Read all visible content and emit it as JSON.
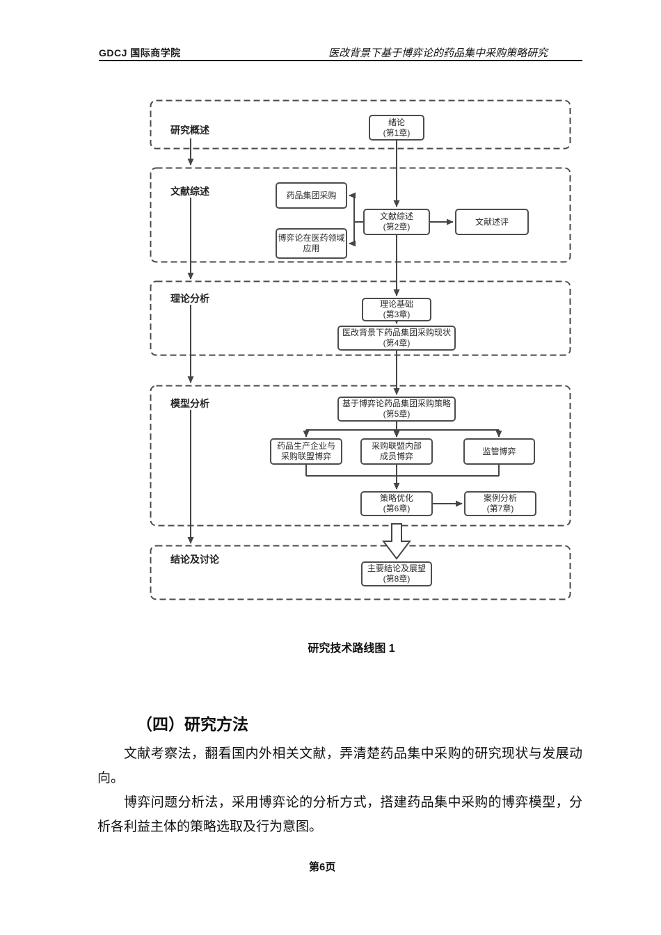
{
  "header": {
    "institution": "GDCJ 国际商学院",
    "running_title": "医改背景下基于博弈论的药品集中采购策略研究"
  },
  "diagram": {
    "sections": [
      {
        "label": "研究概述"
      },
      {
        "label": "文献综述"
      },
      {
        "label": "理论分析"
      },
      {
        "label": "模型分析"
      },
      {
        "label": "结论及讨论"
      }
    ],
    "nodes": {
      "intro": {
        "l1": "绪论",
        "l2": "(第1章)"
      },
      "gpo": {
        "l1": "药品集团采购"
      },
      "game_med": {
        "l1": "博弈论在医药领域",
        "l2": "应用"
      },
      "lit_review": {
        "l1": "文献综述",
        "l2": "(第2章)"
      },
      "lit_comment": {
        "l1": "文献述评"
      },
      "theory": {
        "l1": "理论基础",
        "l2": "(第3章)"
      },
      "status": {
        "l1": "医改背景下药品集团采购现状",
        "l2": "(第4章)"
      },
      "strategy": {
        "l1": "基于博弈论药品集团采购策略",
        "l2": "(第5章)"
      },
      "game_producer": {
        "l1": "药品生产企业与",
        "l2": "采购联盟博弈"
      },
      "game_members": {
        "l1": "采购联盟内部",
        "l2": "成员博弈"
      },
      "game_regulator": {
        "l1": "监管博弈"
      },
      "optimization": {
        "l1": "策略优化",
        "l2": "(第6章)"
      },
      "case_study": {
        "l1": "案例分析",
        "l2": "(第7章)"
      },
      "conclusion": {
        "l1": "主要结论及展望",
        "l2": "(第8章)"
      }
    }
  },
  "caption": "研究技术路线图 1",
  "section_heading": "（四）研究方法",
  "body": {
    "paragraphs": [
      "文献考察法，翻看国内外相关文献，弄清楚药品集中采购的研究现状与发展动向。",
      "博弈问题分析法，采用博弈论的分析方式，搭建药品集中采购的博弈模型，分析各利益主体的策略选取及行为意图。"
    ]
  },
  "footer": {
    "page_label": "第6页"
  },
  "colors": {
    "diagram_line": "#454545",
    "text": "#111111",
    "box_border": "#4d4d4d"
  }
}
